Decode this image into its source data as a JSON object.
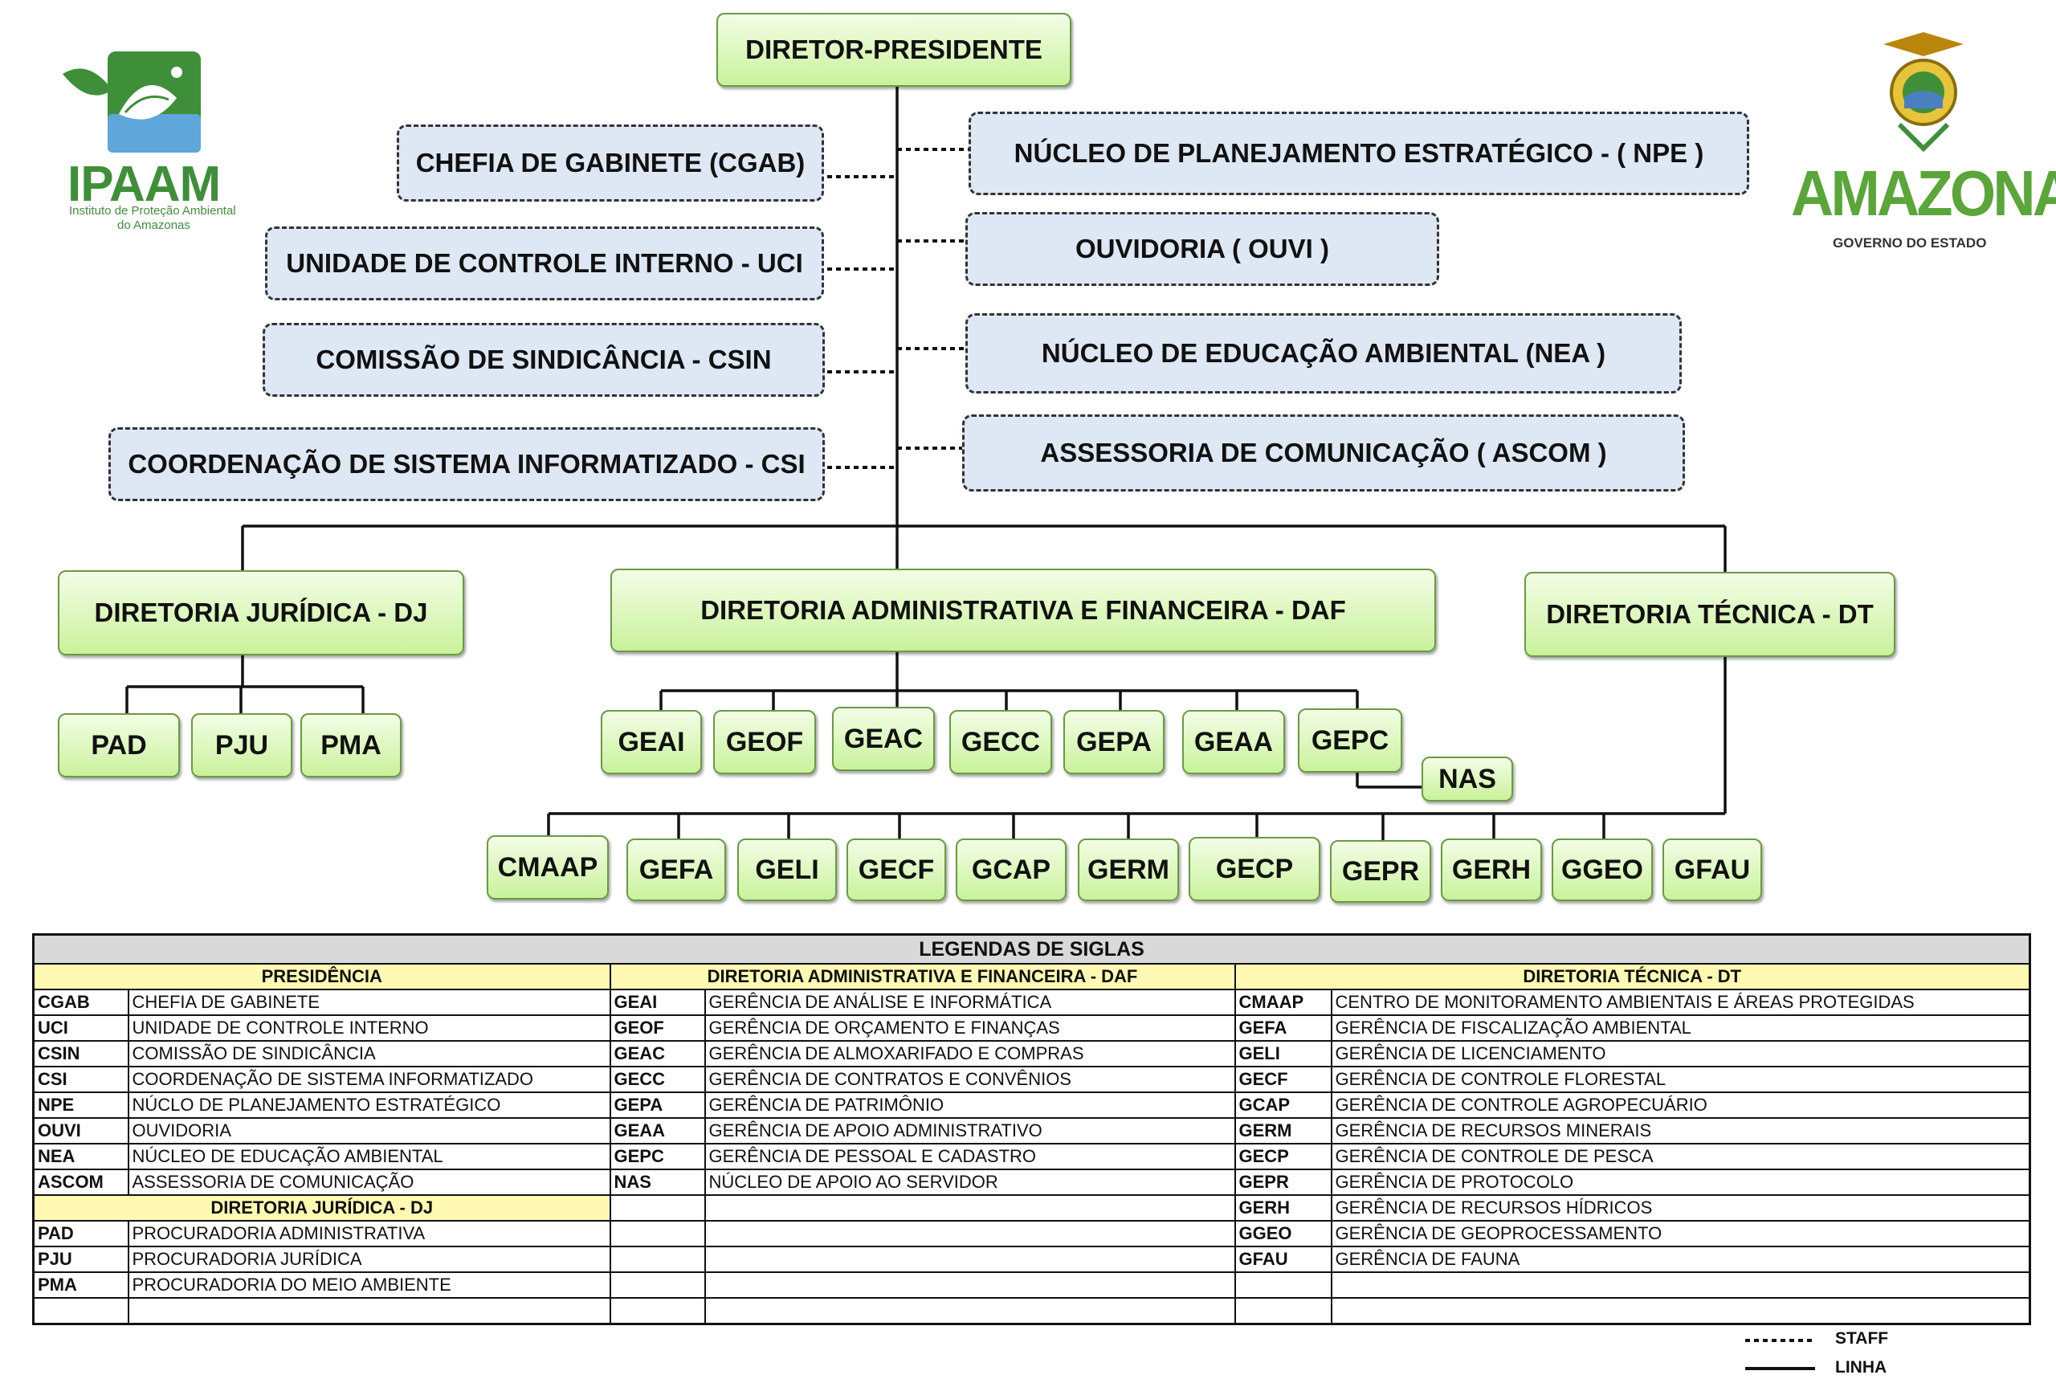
{
  "logos": {
    "ipaam": {
      "name": "IPAAM",
      "subtitle_line1": "Instituto de Proteção Ambiental",
      "subtitle_line2": "do Amazonas"
    },
    "amazonas": {
      "name": "AMAZONAS",
      "subtitle": "GOVERNO DO ESTADO"
    }
  },
  "org": {
    "director": "DIRETOR-PRESIDENTE",
    "staff_left": [
      "CHEFIA DE GABINETE  (CGAB)",
      "UNIDADE DE CONTROLE INTERNO - UCI",
      "COMISSÃO DE SINDICÂNCIA - CSIN",
      "COORDENAÇÃO DE SISTEMA INFORMATIZADO - CSI"
    ],
    "staff_right": [
      "NÚCLEO DE PLANEJAMENTO ESTRATÉGICO - ( NPE )",
      "OUVIDORIA  ( OUVI )",
      "NÚCLEO DE EDUCAÇÃO AMBIENTAL (NEA )",
      "ASSESSORIA DE COMUNICAÇÃO ( ASCOM )"
    ],
    "directorates": {
      "dj": "DIRETORIA JURÍDICA - DJ",
      "daf": "DIRETORIA ADMINISTRATIVA E FINANCEIRA - DAF",
      "dt": "DIRETORIA TÉCNICA - DT"
    },
    "dj_units": [
      "PAD",
      "PJU",
      "PMA"
    ],
    "daf_units": [
      "GEAI",
      "GEOF",
      "GEAC",
      "GECC",
      "GEPA",
      "GEAA",
      "GEPC"
    ],
    "nas": "NAS",
    "dt_units": [
      "CMAAP",
      "GEFA",
      "GELI",
      "GECF",
      "GCAP",
      "GERM",
      "GECP",
      "GEPR",
      "GERH",
      "GGEO",
      "GFAU"
    ]
  },
  "legend": {
    "title": "LEGENDAS DE SIGLAS",
    "headers": {
      "presidencia": "PRESIDÊNCIA",
      "daf": "DIRETORIA ADMINISTRATIVA E FINANCEIRA - DAF",
      "dt": "DIRETORIA TÉCNICA - DT",
      "dj": "DIRETORIA JURÍDICA - DJ"
    },
    "presidencia": [
      {
        "code": "CGAB",
        "desc": "CHEFIA DE GABINETE"
      },
      {
        "code": "UCI",
        "desc": "UNIDADE DE CONTROLE INTERNO"
      },
      {
        "code": "CSIN",
        "desc": "COMISSÃO DE SINDICÂNCIA"
      },
      {
        "code": "CSI",
        "desc": "COORDENAÇÃO DE SISTEMA INFORMATIZADO"
      },
      {
        "code": "NPE",
        "desc": "NÚCLO DE PLANEJAMENTO ESTRATÉGICO"
      },
      {
        "code": "OUVI",
        "desc": "OUVIDORIA"
      },
      {
        "code": "NEA",
        "desc": "NÚCLEO DE EDUCAÇÃO AMBIENTAL"
      },
      {
        "code": "ASCOM",
        "desc": "ASSESSORIA DE COMUNICAÇÃO"
      }
    ],
    "dj": [
      {
        "code": "PAD",
        "desc": "PROCURADORIA ADMINISTRATIVA"
      },
      {
        "code": "PJU",
        "desc": "PROCURADORIA JURÍDICA"
      },
      {
        "code": "PMA",
        "desc": "PROCURADORIA DO MEIO AMBIENTE"
      }
    ],
    "daf": [
      {
        "code": "GEAI",
        "desc": "GERÊNCIA DE ANÁLISE E INFORMÁTICA"
      },
      {
        "code": "GEOF",
        "desc": "GERÊNCIA DE ORÇAMENTO E FINANÇAS"
      },
      {
        "code": "GEAC",
        "desc": "GERÊNCIA DE ALMOXARIFADO E COMPRAS"
      },
      {
        "code": "GECC",
        "desc": "GERÊNCIA DE CONTRATOS E CONVÊNIOS"
      },
      {
        "code": "GEPA",
        "desc": "GERÊNCIA DE PATRIMÔNIO"
      },
      {
        "code": "GEAA",
        "desc": "GERÊNCIA DE APOIO ADMINISTRATIVO"
      },
      {
        "code": "GEPC",
        "desc": "GERÊNCIA DE PESSOAL E CADASTRO"
      },
      {
        "code": "NAS",
        "desc": "NÚCLEO DE APOIO AO SERVIDOR"
      }
    ],
    "dt": [
      {
        "code": "CMAAP",
        "desc": "CENTRO DE MONITORAMENTO AMBIENTAIS E ÁREAS PROTEGIDAS"
      },
      {
        "code": "GEFA",
        "desc": "GERÊNCIA DE FISCALIZAÇÃO AMBIENTAL"
      },
      {
        "code": "GELI",
        "desc": "GERÊNCIA DE LICENCIAMENTO"
      },
      {
        "code": "GECF",
        "desc": "GERÊNCIA DE CONTROLE FLORESTAL"
      },
      {
        "code": "GCAP",
        "desc": "GERÊNCIA DE CONTROLE AGROPECUÁRIO"
      },
      {
        "code": "GERM",
        "desc": "GERÊNCIA DE RECURSOS MINERAIS"
      },
      {
        "code": "GECP",
        "desc": "GERÊNCIA DE CONTROLE DE PESCA"
      },
      {
        "code": "GEPR",
        "desc": "GERÊNCIA DE PROTOCOLO"
      },
      {
        "code": "GERH",
        "desc": "GERÊNCIA DE RECURSOS HÍDRICOS"
      },
      {
        "code": "GGEO",
        "desc": "GERÊNCIA DE GEOPROCESSAMENTO"
      },
      {
        "code": "GFAU",
        "desc": "GERÊNCIA DE FAUNA"
      }
    ]
  },
  "key": {
    "staff": "STAFF",
    "linha": "LINHA"
  },
  "colors": {
    "box_green": "#c9f29b",
    "box_blue": "#dde8f4",
    "legend_header": "#fff9b3",
    "legend_title": "#d9d9d9"
  }
}
